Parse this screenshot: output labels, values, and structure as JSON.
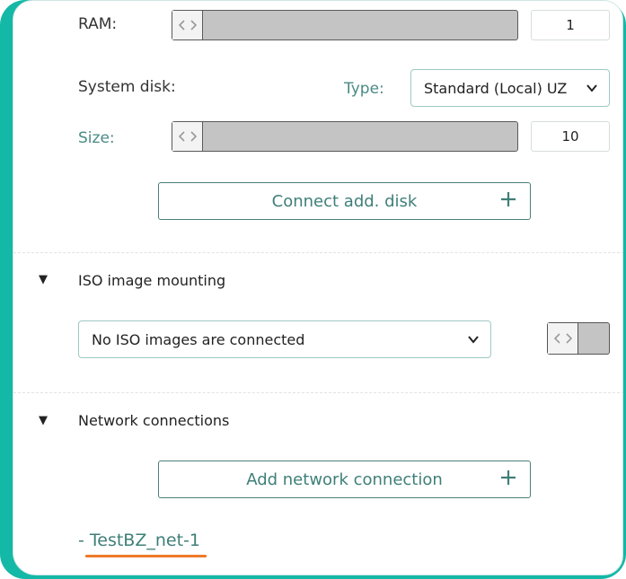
{
  "ram": {
    "label": "RAM:",
    "value": "1"
  },
  "system_disk": {
    "label": "System disk:",
    "type_label": "Type:",
    "type_value": "Standard (Local) UZ",
    "size_label": "Size:",
    "size_value": "10"
  },
  "connect_disk_button": {
    "label": "Connect add. disk",
    "icon": "plus-icon"
  },
  "iso_section": {
    "title": "ISO image mounting",
    "select_value": "No ISO images are connected",
    "toggle_state": "off"
  },
  "network_section": {
    "title": "Network connections",
    "add_button_label": "Add network connection",
    "items": [
      "- TestBZ_net-1"
    ]
  },
  "colors": {
    "frame": "#14b8a6",
    "accent_text": "#3f7f78",
    "highlight_underline": "#f07a2a"
  }
}
